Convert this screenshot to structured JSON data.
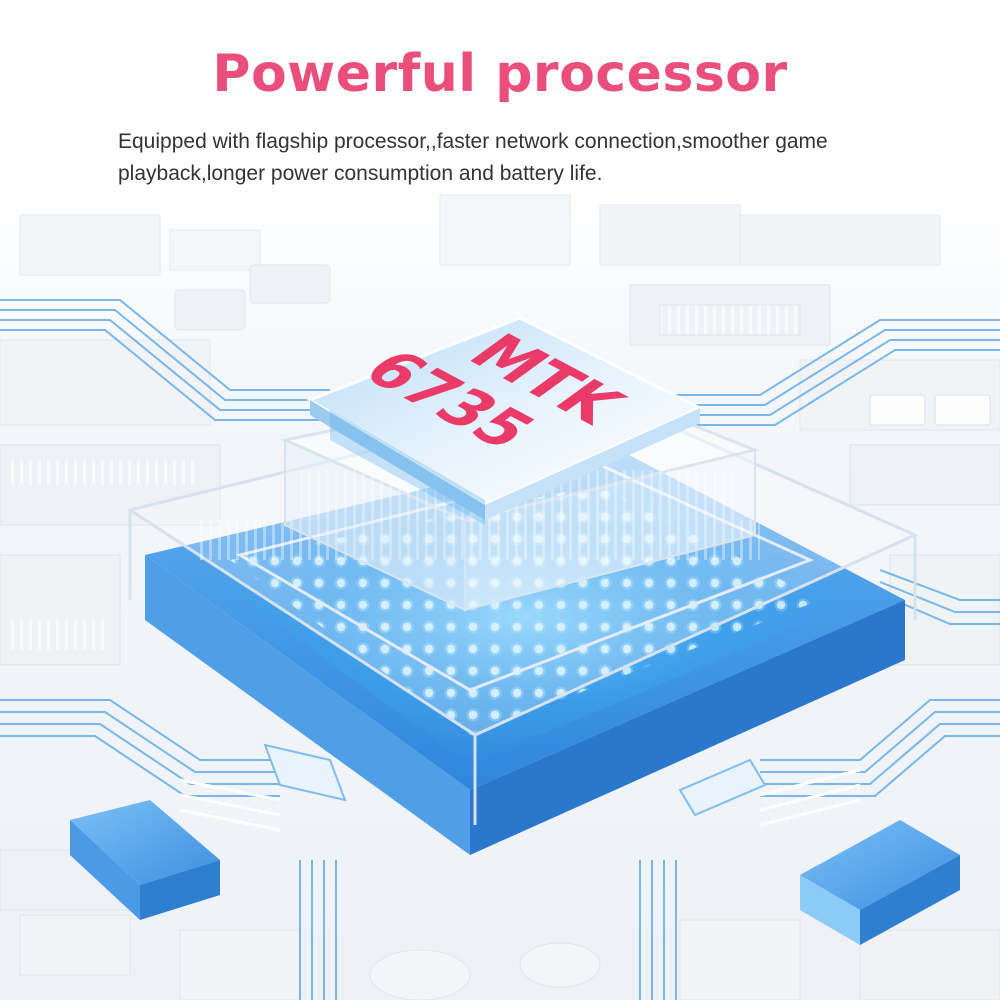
{
  "headline": {
    "text": "Powerful processor",
    "color": "#ea4f7c"
  },
  "subtitle": {
    "text": "Equipped with flagship processor,,faster network connection,smoother game playback,longer power consumption and battery life."
  },
  "chip": {
    "line1": "MTK",
    "line2": "6735",
    "label_color": "#e93a68"
  },
  "colors": {
    "accent_blue": "#3d8fe0",
    "board_white": "#f5f7fa",
    "glass_edge": "#d6e2ee"
  }
}
